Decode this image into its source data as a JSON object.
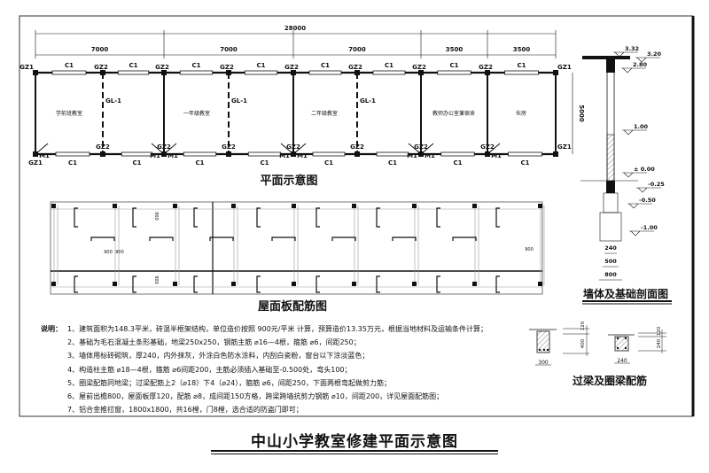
{
  "plan": {
    "title": "平面示意图",
    "total_dim": "28000",
    "bay_dims": [
      "7000",
      "7000",
      "7000",
      "3500",
      "3500"
    ],
    "side_dim": "5000",
    "column_labels": {
      "corner": "GZ1",
      "mid": "GZ2"
    },
    "window_label": "C1",
    "door_label": "M1",
    "beam_label": "GL-1",
    "rooms": [
      "学前班教室",
      "一年级教室",
      "二年级教室",
      "教师办公室兼宿舍",
      "伙房"
    ]
  },
  "roof": {
    "title": "屋面板配筋图",
    "dims": [
      "900",
      "900",
      "900",
      "900",
      "900"
    ]
  },
  "section": {
    "title": "墙体及基础剖面图",
    "elevations": [
      "3.32",
      "3.20",
      "2.80",
      "1.00",
      "± 0.00",
      "-0.25",
      "-0.50",
      "-1.00"
    ],
    "widths": [
      "240",
      "500",
      "800"
    ]
  },
  "beams": {
    "title": "过梁及圈梁配筋",
    "lintel": {
      "width": "300",
      "height": "400",
      "slab": "120"
    },
    "ring": {
      "width": "240",
      "height": "240",
      "slab": "120"
    }
  },
  "notes": {
    "label": "说明：",
    "items": [
      "1、建筑面积为148.3平米，砖混半框架结构，单位造价按照 900元/平米 计算，预算造价13.35万元，根据当地材料及运输条件计算；",
      "2、基础为毛石混凝土条形基础，地梁250x250，钢筋主筋 ⌀16—4根，箍筋 ⌀6，间距250；",
      "3、墙体用标砖砌筑，厚240，内外抹灰，外涂白色防水涂料，内刮白瓷粉，窗台以下涂淡蓝色；",
      "4、构造柱主筋 ⌀18—4根，箍筋 ⌀6间距200，主筋必须插入基础至-0.500处，弯头100；",
      "5、圈梁配筋同地梁；过梁配筋上2（⌀18）下4（⌀24），箍筋 ⌀6，间距250，下面两根弯起做剪力筋；",
      "6、屋前出檐800，屋面板厚120，配筋 ⌀8，成间距150方格，跨梁跨墙抗剪力钢筋 ⌀10，间距200，详见屋面配筋图；",
      "7、铝合金推拉窗，1800x1800，共16樘，门8樘，选合适的防盗门即可；"
    ]
  },
  "main_title": "中山小学教室修建平面示意图"
}
